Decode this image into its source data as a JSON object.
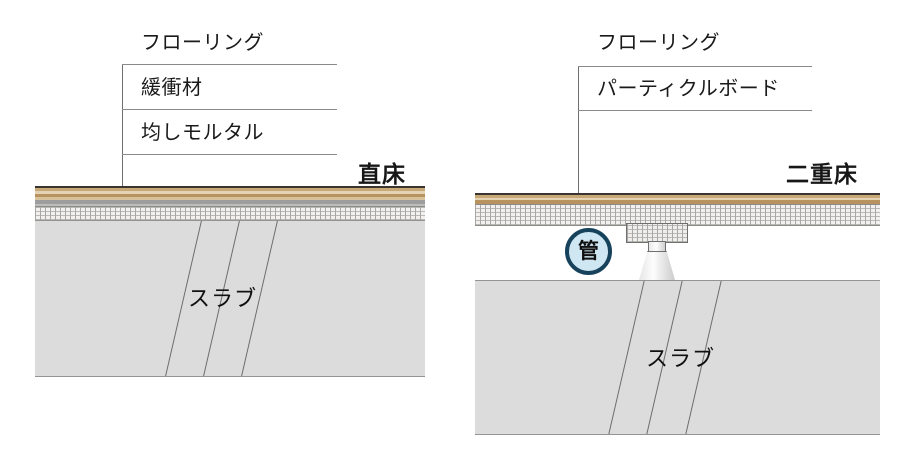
{
  "diagrams": [
    {
      "id": "direct-floor",
      "title": "直床",
      "slab_label": "スラブ",
      "callouts": [
        {
          "label": "フローリング"
        },
        {
          "label": "緩衝材"
        },
        {
          "label": "均しモルタル"
        }
      ]
    },
    {
      "id": "double-floor",
      "title": "二重床",
      "slab_label": "スラブ",
      "pipe_badge_label": "管",
      "callouts": [
        {
          "label": "フローリング"
        },
        {
          "label": "パーティクルボード"
        }
      ]
    }
  ],
  "colors": {
    "flooring_top": "#c9a878",
    "flooring_mid": "#e3d2b4",
    "flooring_dark": "#b8935f",
    "cushion": "#9d9d9d",
    "mortar_fill": "#f2f1ef",
    "slab_fill": "#dcdcdc",
    "slab_outline": "#949494",
    "leader_line": "#8a8a8a",
    "badge_fill": "#cfe7f2",
    "badge_ring": "#16425b",
    "text": "#101010",
    "background": "#ffffff"
  }
}
